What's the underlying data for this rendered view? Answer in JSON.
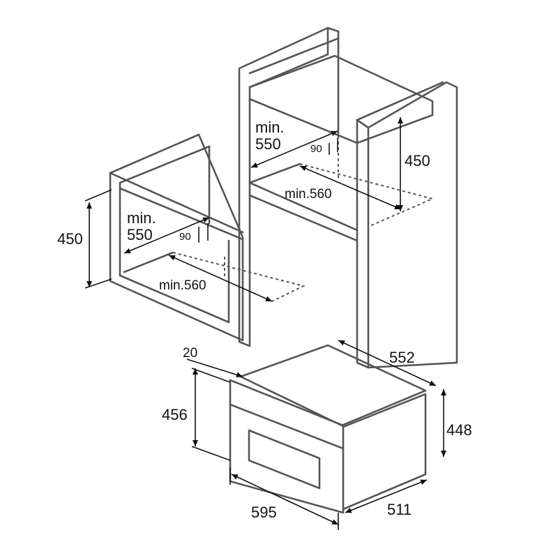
{
  "diagram": {
    "stroke_color": "#555555",
    "dimension_color": "#111111",
    "background": "#ffffff",
    "labels": {
      "left_height": "450",
      "left_min": "min.",
      "left_550": "550",
      "left_90": "90",
      "left_min560": "min.560",
      "tall_min": "min.",
      "tall_550": "550",
      "tall_90": "90",
      "tall_height": "450",
      "tall_min560": "min.560",
      "oven_20": "20",
      "oven_552": "552",
      "oven_456": "456",
      "oven_448": "448",
      "oven_595": "595",
      "oven_511": "511"
    }
  }
}
